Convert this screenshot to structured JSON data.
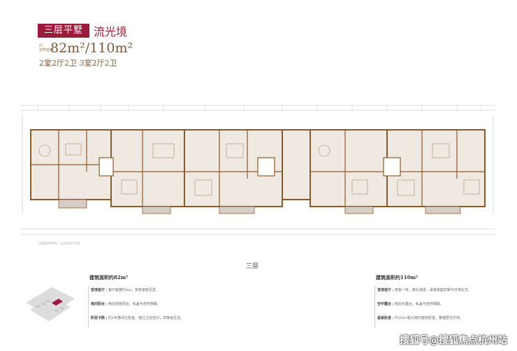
{
  "header": {
    "badge": "三层平墅",
    "brand": "流光境",
    "area_label_small": "建筑面积",
    "area_label_small2": "约",
    "area": "82m²/110m²",
    "layout": "2室2厅2卫   3室2厅2卫"
  },
  "plan": {
    "footnote": "示意图仅供参考，以实际交付为准",
    "floor_label": "三层"
  },
  "left_col": {
    "heading": "建筑面积约82m²",
    "rows": [
      {
        "k": "宽境客厅",
        "v": "客厅面宽约4m，安放家庭至爱。"
      },
      {
        "k": "南向阳台",
        "v": "南向观景阳台，私盖与自然相融。"
      },
      {
        "k": "阶层卡脉",
        "v": "约4米宽阔主卧室，独立卫浴空间，享静谧生活。"
      }
    ]
  },
  "right_col": {
    "heading": "建筑面积约110m²",
    "rows": [
      {
        "k": "宽境客厅",
        "v": "复客一体，南北通透，承载家庭欢聚与日常仪式。"
      },
      {
        "k": "空中露台",
        "v": "南向大露台，私盖与自然相融。"
      },
      {
        "k": "星级卧室",
        "v": "约20m²超大南向套房卧室，繁盛居住天地。"
      }
    ]
  },
  "watermark": "搜狐号@搜狐焦点杭州站",
  "colors": {
    "accent": "#9b1b3a",
    "wall": "#8b5a2b",
    "room": "#e8e0d8"
  }
}
